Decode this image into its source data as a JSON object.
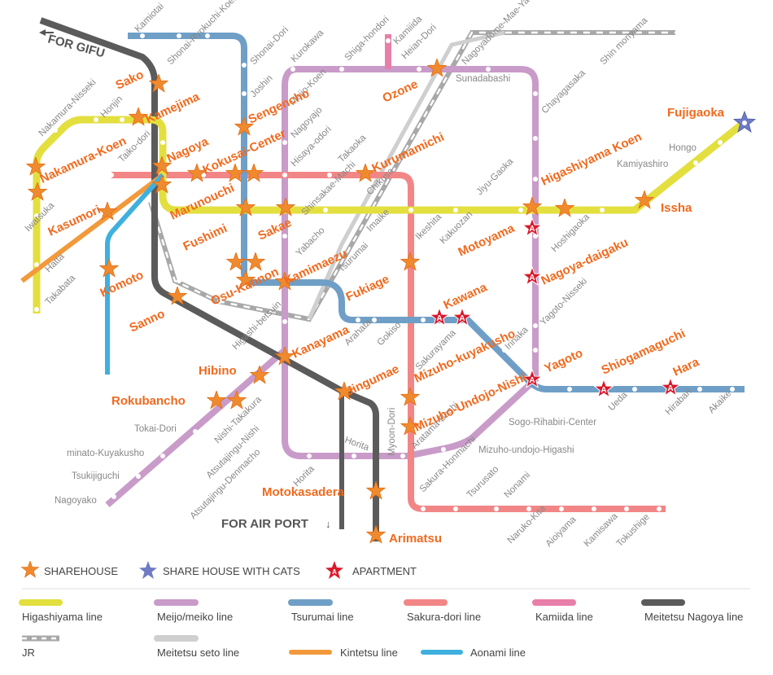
{
  "directions": {
    "gifu": "FOR GIFU",
    "airport": "FOR AIR PORT"
  },
  "colors": {
    "higashiyama": "#e3df3f",
    "meijo": "#c99bc9",
    "tsurumai": "#6f9fc6",
    "sakura": "#f28686",
    "kamiida": "#e87fa8",
    "meitetsu_nagoya": "#5b5b5b",
    "jr": "#a8a8a8",
    "meitetsu_seto": "#bdbdbd",
    "kintetsu": "#f29a3b",
    "aonami": "#3fb0de",
    "star": "#f08a2e",
    "cat": "#6f7bc4",
    "apartment": "#d9182a",
    "place_label": "#f06a1e"
  },
  "stations": {
    "kamiotai": "Kamiotai",
    "shonai_ryokuchi": "Shonai-Ryokuchi-Koen",
    "shonai_dori": "Shonai-Dori",
    "joshin": "Joshin",
    "kurokawa": "Kurokawa",
    "meijo_koen": "Meijo-Koen",
    "shiga_hondori": "Shiga-hondori",
    "kamiiida": "Kamiiida",
    "heian_dori": "Heian-Dori",
    "nagoyadome": "Nagoyadome-Mae-Yada",
    "shinmoriyama": "Shin moriyama",
    "nakamura_nisseki": "Nakamura-Nisseki",
    "honjin": "Honjin",
    "taiko_dori": "Taiko-dori",
    "iwatsuka": "Iwatsuka",
    "hatta": "Hatta",
    "takabata": "Takabata",
    "nagoyajo": "Nagoyajo",
    "hisaya_odori": "Hisaya-odori",
    "takaoka": "Takaoka",
    "sunadabashi": "Sunadabashi",
    "chayagasaka": "Chayagasaka",
    "jiyugaoka": "Jiyu-Gaoka",
    "hongo": "Hongo",
    "kamiyashiro": "Kamiyashiro",
    "shinsakae": "Shinsakae-Machi",
    "chikusa": "Chikusa",
    "imaike": "Imaike",
    "ikeshita": "Ikeshita",
    "kakuozan": "Kakuozan",
    "hoshigaoka": "Hoshigaoka",
    "yabacho": "Yabacho",
    "tsurumai": "Tsurumai",
    "higashi_betsuin": "Higashi-betsuin",
    "arahata": "Arahata",
    "gokiso": "Gokiso",
    "sakurayama": "Sakurayama",
    "irinaka": "Irinaka",
    "yagoto_nisseki": "Yagoto-Nisseki",
    "myoon_dori": "Myoon-Dori",
    "aratama_bashi": "Aratama-Bashi",
    "sogo_rihabiri": "Sogo-Rihabiri-Center",
    "ueda": "Ueda",
    "hirabari": "Hirabari",
    "akaike": "Akaike",
    "mizuho_undojo_higashi": "Mizuho-undojo-Higashi",
    "tokai_dori": "Tokai-Dori",
    "nishi_takakura": "Nishi-Takakura",
    "atsutajingu_nishi": "Atsutajingu-Nishi",
    "minato_kuyakusho": "minato-Kuyakusho",
    "tsukijiguchi": "Tsukijiguchi",
    "nagoyako": "Nagoyako",
    "atsutajingu_denmacho": "Atsutajingu-Denmacho",
    "horita": "Horita",
    "horita_meitetsu": "Horita",
    "sakura_honmachi": "Sakura-Honmachi",
    "tsurusato": "Tsurusato",
    "nonami": "Nonami",
    "naruko_kita": "Naruko-Kita",
    "aioiyama": "Aioiyama",
    "kamisawa": "Kamisawa",
    "tokushige": "Tokushige"
  },
  "places": {
    "sako": "Sako",
    "kamejima": "Kamejima",
    "nagoya": "Nagoya",
    "kokusai_center": "Kokusai-Center",
    "sengencho": "Sengencho",
    "ozone": "Ozone",
    "kurumamichi": "Kurumamichi",
    "fujigaoka": "Fujigaoka",
    "higashiyama_koen": "Higashiyama Koen",
    "issha": "Issha",
    "nakamura_koen": "Nakamura-Koen",
    "kasumori": "Kasumori",
    "marunouchi": "Marunouchi",
    "fushimi": "Fushimi",
    "sakae": "Sakae",
    "motoyama": "Motoyama",
    "nagoya_daigaku": "Nagoya-daigaku",
    "komoto": "Komoto",
    "osu_kannon": "Osu-Kannon",
    "kamimaezu": "Kamimaezu",
    "fukiage": "Fukiage",
    "kawana": "Kawana",
    "sanno": "Sanno",
    "kanayama": "Kanayama",
    "yagoto": "Yagoto",
    "shiogamaguchi": "Shiogamaguchi",
    "hara": "Hara",
    "hibino": "Hibino",
    "jingumae": "Jingumae",
    "mizuho_kuyakusho": "Mizuho-kuyakusho",
    "rokubancho": "Rokubancho",
    "mizuho_undojo_nishi": "Mizuho-Undojo-Nishi",
    "motokasadera": "Motokasadera",
    "arimatsu": "Arimatsu"
  },
  "legend": {
    "sharehouse": "SHAREHOUSE",
    "share_house_cats": "SHARE HOUSE WITH CATS",
    "apartment": "APARTMENT",
    "apartment_letter": "A",
    "lines": {
      "higashiyama": "Higashiyama line",
      "meijo": "Meijo/meiko line",
      "tsurumai": "Tsurumai line",
      "sakura": "Sakura-dori line",
      "kamiida": "Kamiida line",
      "meitetsu_nagoya": "Meitetsu Nagoya line",
      "jr": "JR",
      "meitetsu_seto": "Meitetsu seto line",
      "kintetsu": "Kintetsu line",
      "aonami": "Aonami line"
    }
  }
}
